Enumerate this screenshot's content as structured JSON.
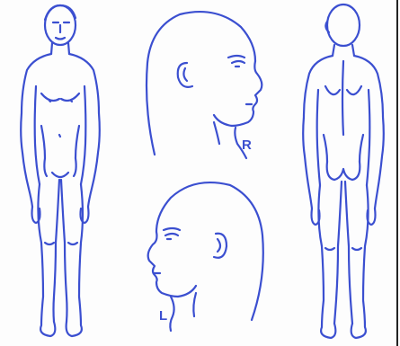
{
  "figure": {
    "stroke_color": "#3b4fd0",
    "views": [
      {
        "name": "front-body"
      },
      {
        "name": "head-right-profile"
      },
      {
        "name": "back-body"
      },
      {
        "name": "head-left-profile"
      }
    ]
  },
  "labels": {
    "right": "R",
    "left": "L"
  }
}
